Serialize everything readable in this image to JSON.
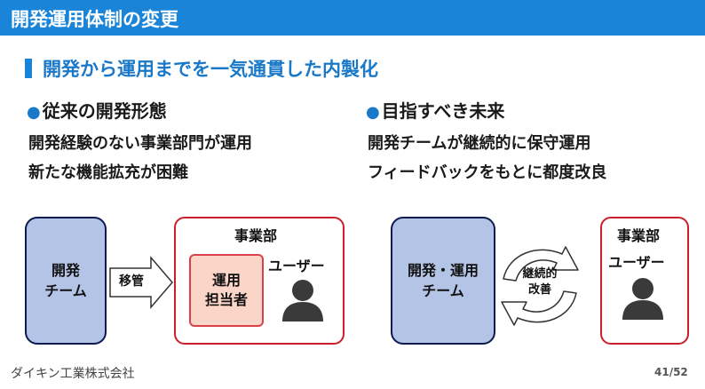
{
  "slide": {
    "title": "開発運用体制の変更",
    "subtitle": "開発から運用までを一気通貫した内製化",
    "left_col": {
      "heading": "従来の開発形態",
      "lines": [
        "開発経験のない事業部門が運用",
        "新たな機能拡充が困難"
      ]
    },
    "right_col": {
      "heading": "目指すべき未来",
      "lines": [
        "開発チームが継続的に保守運用",
        "フィードバックをもとに都度改良"
      ]
    },
    "bullet_char": "●",
    "diagram_left": {
      "team_line1": "開発",
      "team_line2": "チーム",
      "arrow_label": "移管",
      "biz_title": "事業部",
      "ops_line1": "運用",
      "ops_line2": "担当者",
      "user_label": "ユーザー"
    },
    "diagram_right": {
      "team_line1": "開発・運用",
      "team_line2": "チーム",
      "cycle_line1": "継続的",
      "cycle_line2": "改善",
      "biz_title": "事業部",
      "user_label": "ユーザー"
    },
    "footer": {
      "company": "ダイキン工業株式会社",
      "page": "41/52"
    },
    "colors": {
      "title_bar": "#1a85d8",
      "team_fill": "#b4c4e6",
      "team_border": "#0c1c52",
      "biz_border": "#cc1f2a",
      "ops_fill": "#fbd5c8",
      "person": "#3a3a3a"
    }
  }
}
